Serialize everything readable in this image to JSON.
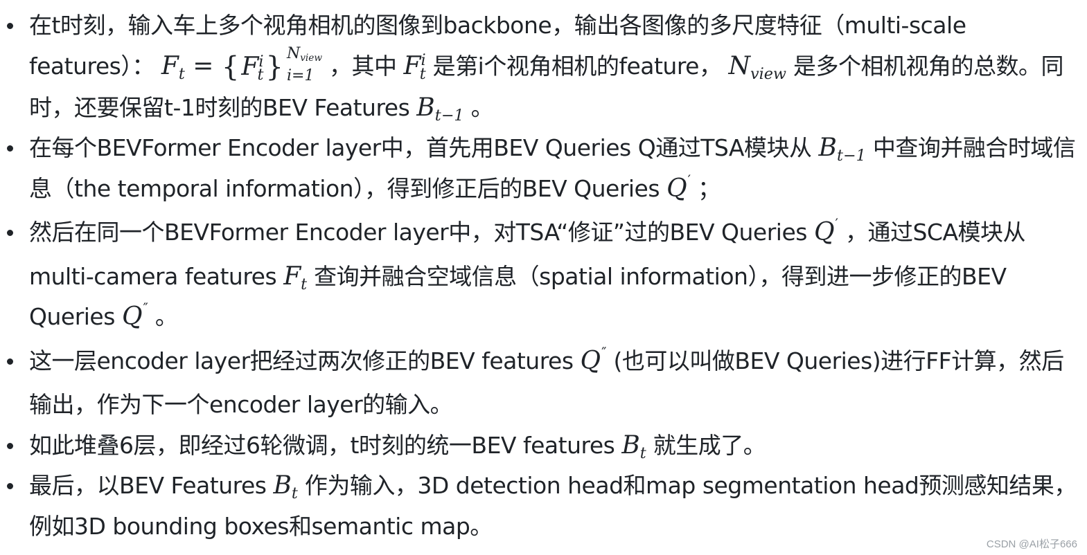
{
  "bullets": [
    {
      "a": "在t时刻，输入车上多个视角相机的图像到backbone，输出各图像的多尺度特征（multi-scale features）：",
      "b": "，其中",
      "c": "是第i个视角相机的feature，",
      "d": "是多个相机视角的总数。同时，还要保留t-1时刻的BEV Features",
      "e": "。"
    },
    {
      "a": "在每个BEVFormer Encoder layer中，首先用BEV Queries Q通过TSA模块从",
      "b": "中查询并融合时域信息（the temporal information），得到修正后的BEV Queries",
      "c": "；"
    },
    {
      "a": "然后在同一个BEVFormer Encoder layer中，对TSA“修证”过的BEV Queries",
      "b": "，通过SCA模块从multi-camera features",
      "c": "查询并融合空域信息（spatial information），得到进一步修正的BEV Queries",
      "d": "。"
    },
    {
      "a": "这一层encoder layer把经过两次修正的BEV features",
      "b": "(也可以叫做BEV Queries)进行FF计算，然后输出，作为下一个encoder layer的输入。"
    },
    {
      "a": "如此堆叠6层，即经过6轮微调，t时刻的统一BEV features",
      "b": "就生成了。"
    },
    {
      "a": "最后，以BEV Features",
      "b": "作为输入，3D detection head和map segmentation head预测感知结果，例如3D bounding boxes和semantic map。"
    }
  ],
  "math": {
    "F": "F",
    "t": "t",
    "i": "i",
    "eq": "=",
    "lbrace": "{",
    "rbrace": "}",
    "i_eq_1": "i=1",
    "N": "N",
    "view": "view",
    "B": "B",
    "t_minus_1": "t−1",
    "Q": "Q",
    "prime": "′",
    "dprime": "″"
  },
  "watermark": "CSDN @AI松子666"
}
